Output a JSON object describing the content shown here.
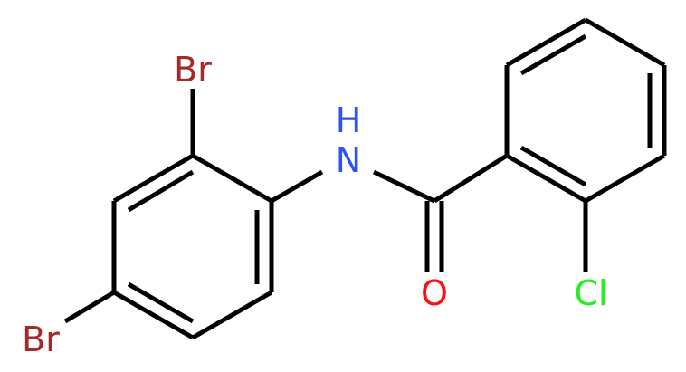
{
  "molecule": {
    "atoms": {
      "br_top": {
        "text": "Br",
        "color": "#a62929"
      },
      "br_bottom": {
        "text": "Br",
        "color": "#a62929"
      },
      "nh": {
        "text": "N",
        "h_text": "H",
        "color": "#3050f8"
      },
      "o": {
        "text": "O",
        "color": "#ff0d0d"
      },
      "cl": {
        "text": "Cl",
        "color": "#1ff01f"
      }
    }
  }
}
